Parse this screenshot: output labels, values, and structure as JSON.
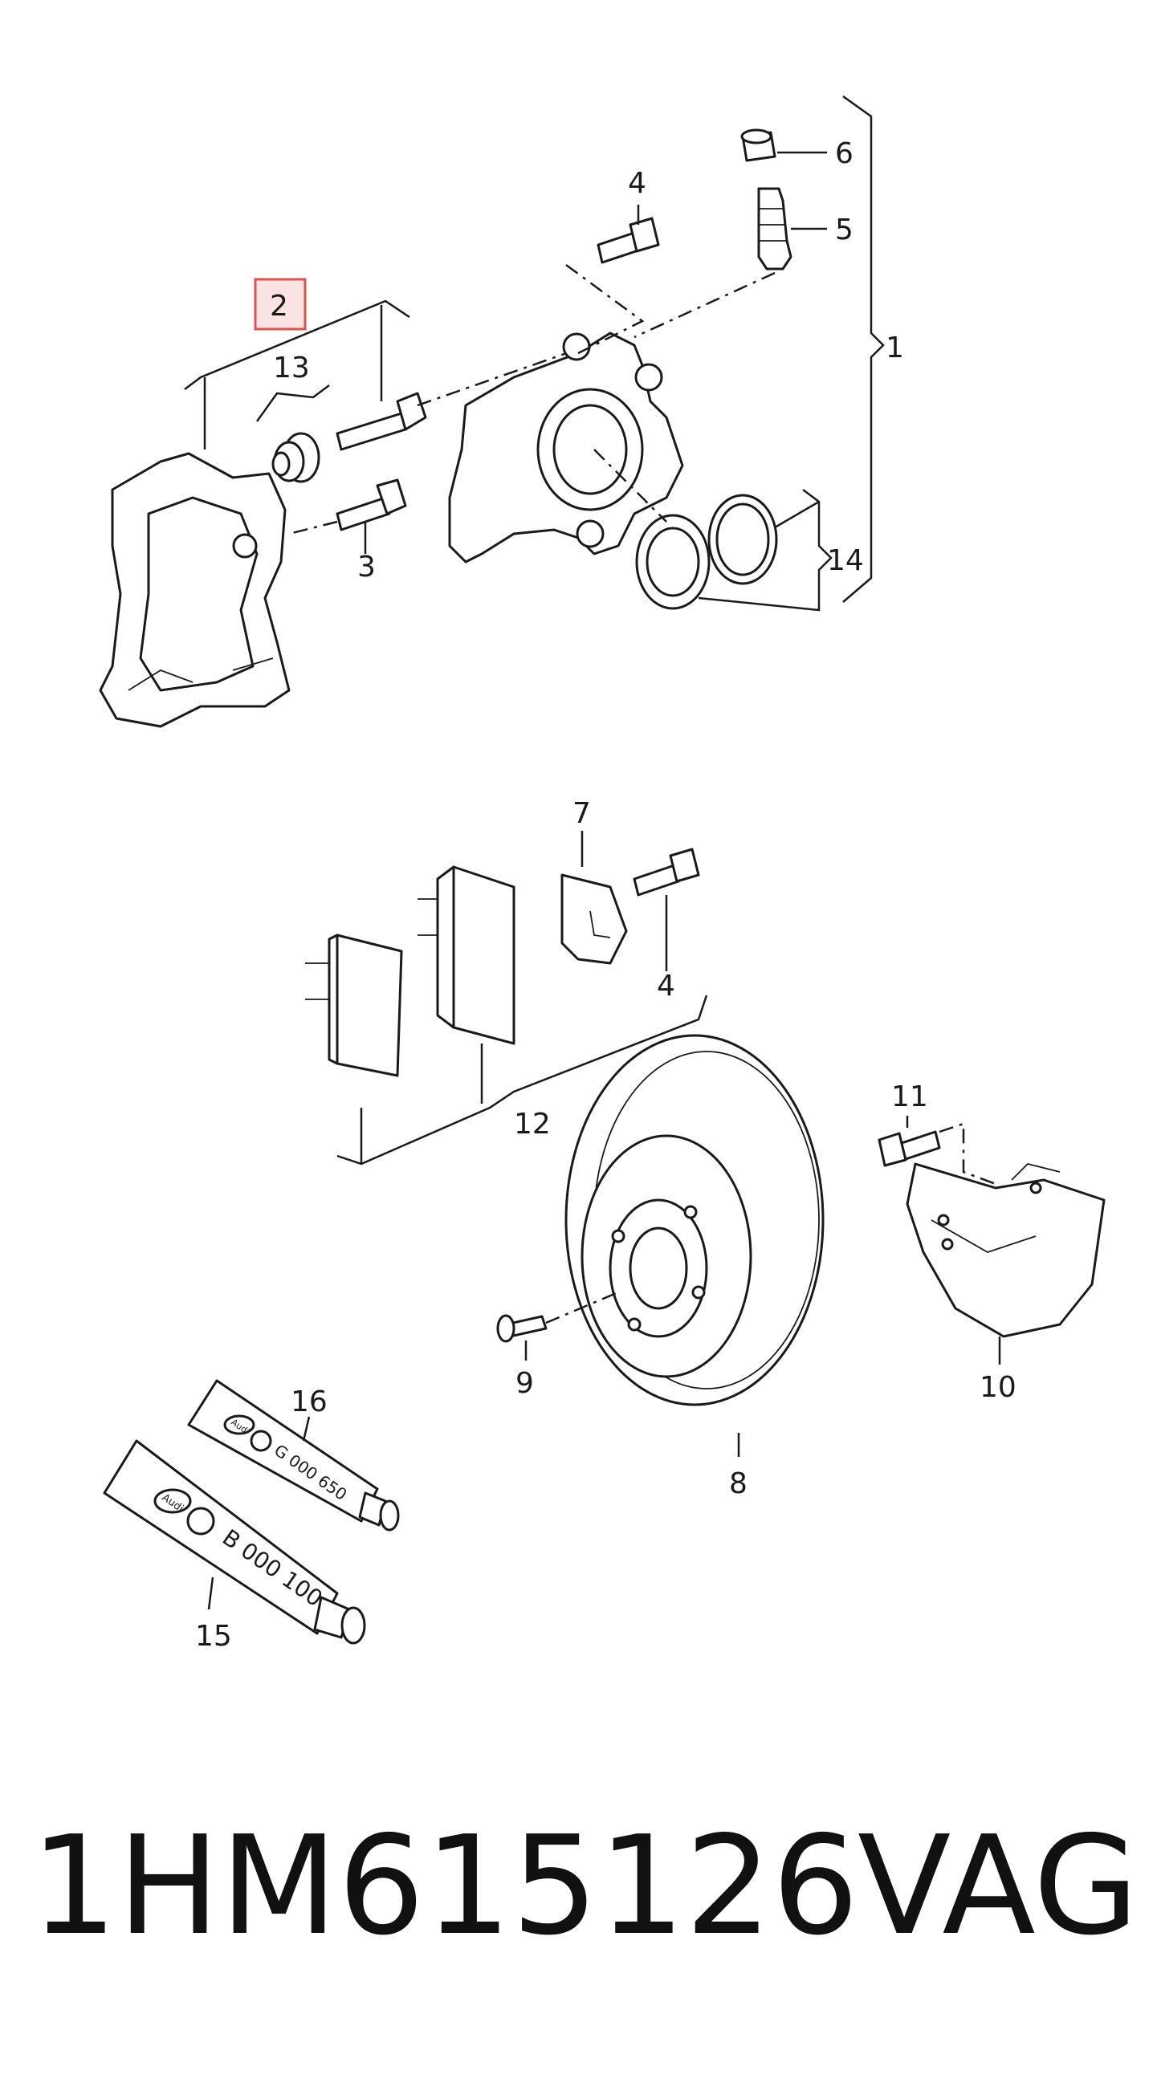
{
  "diagram": {
    "callouts": {
      "c1": "1",
      "c2": "2",
      "c3": "3",
      "c4a": "4",
      "c4b": "4",
      "c5": "5",
      "c6": "6",
      "c7": "7",
      "c8": "8",
      "c9": "9",
      "c10": "10",
      "c11": "11",
      "c12": "12",
      "c13": "13",
      "c14": "14",
      "c15": "15",
      "c16": "16"
    },
    "highlight_color": "#d9534f",
    "tube_large": {
      "logo": "Audi",
      "code": "B 000 100"
    },
    "tube_small": {
      "logo": "Audi",
      "code": "G 000 650"
    }
  },
  "footer": {
    "part_number": "1HM615126",
    "brand": "VAG"
  }
}
